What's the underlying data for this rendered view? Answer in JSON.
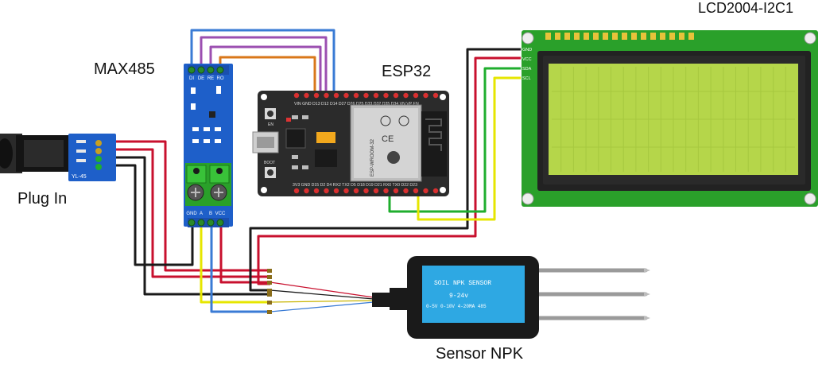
{
  "labels": {
    "lcd": "LCD2004-I2C1",
    "max485": "MAX485",
    "esp32": "ESP32",
    "plug_in": "Plug In",
    "sensor": "Sensor NPK"
  },
  "plug": {
    "silk": "YL-45"
  },
  "max485_pins": {
    "top": [
      "DI",
      "DE",
      "RE",
      "RO"
    ],
    "bottom": [
      "GND",
      "A",
      "B",
      "VCC"
    ]
  },
  "esp32": {
    "top_pins": "VIN GND D13 D12 D14 D27 D26 D25 D33 D32 D35 D34 VN VP EN",
    "bottom_pins": "3V3 GND D15 D2 D4 RX2 TX2 D5 D18 D19 D21 RX0 TX0 D22 D23",
    "boot": "BOOT",
    "en": "EN",
    "module_text": "ESP-WROOM-32"
  },
  "lcd_pins": [
    "GND",
    "VCC",
    "SDA",
    "SCL"
  ],
  "sensor": {
    "line1": "SOIL NPK SENSOR",
    "line2": "9-24v",
    "line3": "0-5V 0-10V 4-20MA 485"
  },
  "colors": {
    "red": "#c8102e",
    "black": "#1a1a1a",
    "green": "#1fae2e",
    "yellow": "#e6e600",
    "blue": "#3a7bd5",
    "purple": "#9b4fb0",
    "orange": "#d9771a",
    "board_blue": "#1e5fc9",
    "lcd_green": "#b5d64a"
  }
}
